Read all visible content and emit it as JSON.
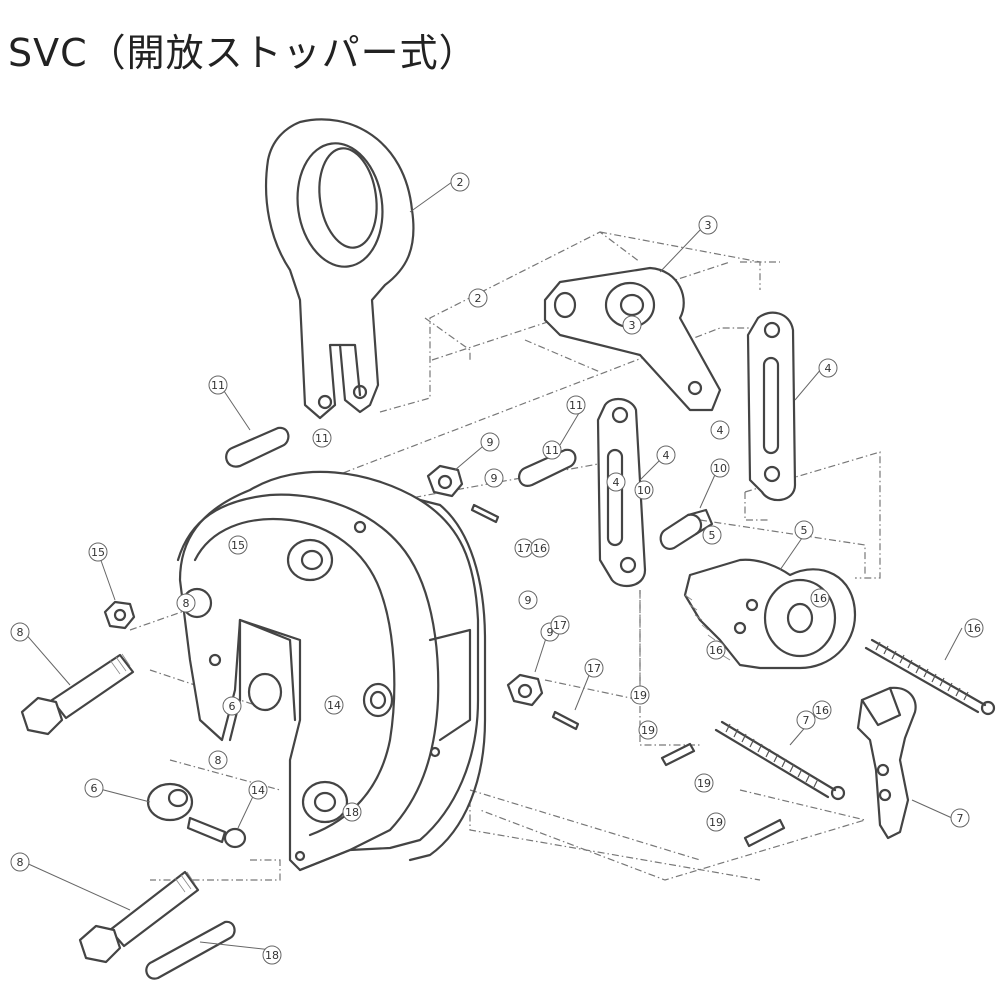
{
  "title": "SVC（開放ストッパー式）",
  "callouts": [
    {
      "label": "2"
    },
    {
      "label": "2"
    },
    {
      "label": "3"
    },
    {
      "label": "3"
    },
    {
      "label": "4"
    },
    {
      "label": "4"
    },
    {
      "label": "4"
    },
    {
      "label": "5"
    },
    {
      "label": "5"
    },
    {
      "label": "6"
    },
    {
      "label": "6"
    },
    {
      "label": "7"
    },
    {
      "label": "7"
    },
    {
      "label": "8"
    },
    {
      "label": "8"
    },
    {
      "label": "8"
    },
    {
      "label": "8"
    },
    {
      "label": "9"
    },
    {
      "label": "9"
    },
    {
      "label": "9"
    },
    {
      "label": "9"
    },
    {
      "label": "10"
    },
    {
      "label": "10"
    },
    {
      "label": "11"
    },
    {
      "label": "11"
    },
    {
      "label": "11"
    },
    {
      "label": "11"
    },
    {
      "label": "14"
    },
    {
      "label": "14"
    },
    {
      "label": "15"
    },
    {
      "label": "15"
    },
    {
      "label": "16"
    },
    {
      "label": "16"
    },
    {
      "label": "16"
    },
    {
      "label": "16"
    },
    {
      "label": "17"
    },
    {
      "label": "17"
    },
    {
      "label": "17"
    },
    {
      "label": "18"
    },
    {
      "label": "18"
    },
    {
      "label": "19"
    },
    {
      "label": "19"
    },
    {
      "label": "19"
    },
    {
      "label": "19"
    },
    {
      "label": "4"
    },
    {
      "label": "16"
    }
  ]
}
